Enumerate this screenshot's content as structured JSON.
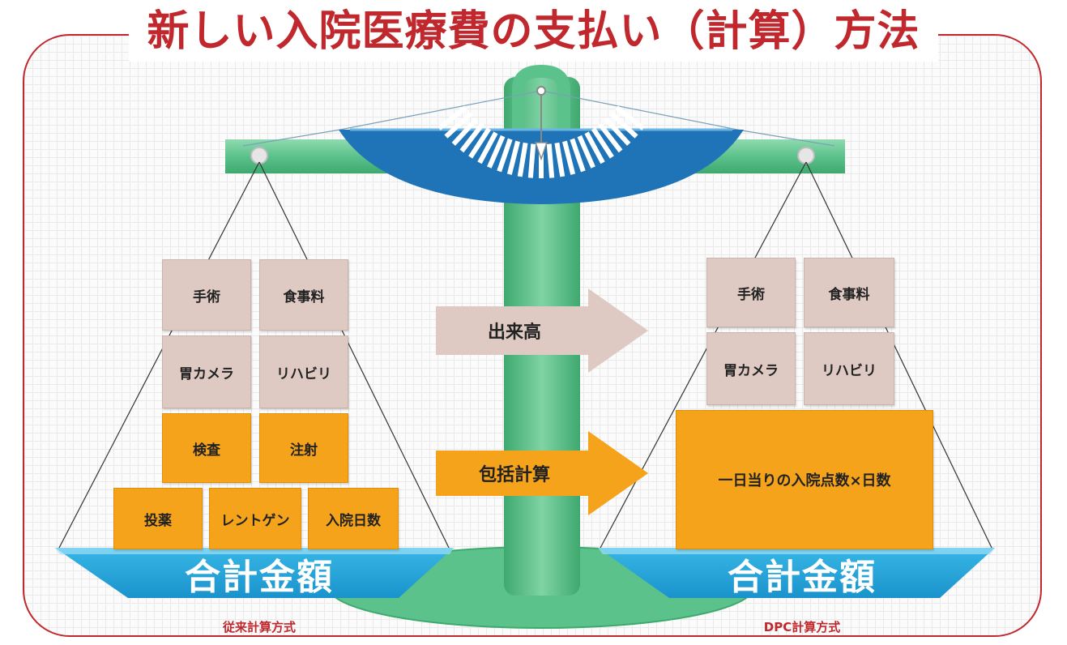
{
  "title": "新しい入院医療費の支払い（計算）方法",
  "left_pan": {
    "items_row1": [
      "手術",
      "食事料"
    ],
    "items_row2": [
      "胃カメラ",
      "リハビリ"
    ],
    "items_row3": [
      "検査",
      "注射"
    ],
    "items_row4": [
      "投薬",
      "レントゲン",
      "入院日数"
    ],
    "total": "合計金額",
    "method": "従来計算方式"
  },
  "right_pan": {
    "items_row1": [
      "手術",
      "食事料"
    ],
    "items_row2": [
      "胃カメラ",
      "リハビリ"
    ],
    "bundle": "一日当りの入院点数×日数",
    "total": "合計金額",
    "method": "DPC計算方式"
  },
  "arrows": {
    "top": "出来高",
    "bottom": "包括計算"
  },
  "colors": {
    "title": "#c0282d",
    "pink_box": "#dfcac3",
    "orange_box": "#f5a31a",
    "pan_blue": "#22a6dc",
    "stand_green": "#52bb84",
    "dial_blue": "#1f74b8"
  }
}
